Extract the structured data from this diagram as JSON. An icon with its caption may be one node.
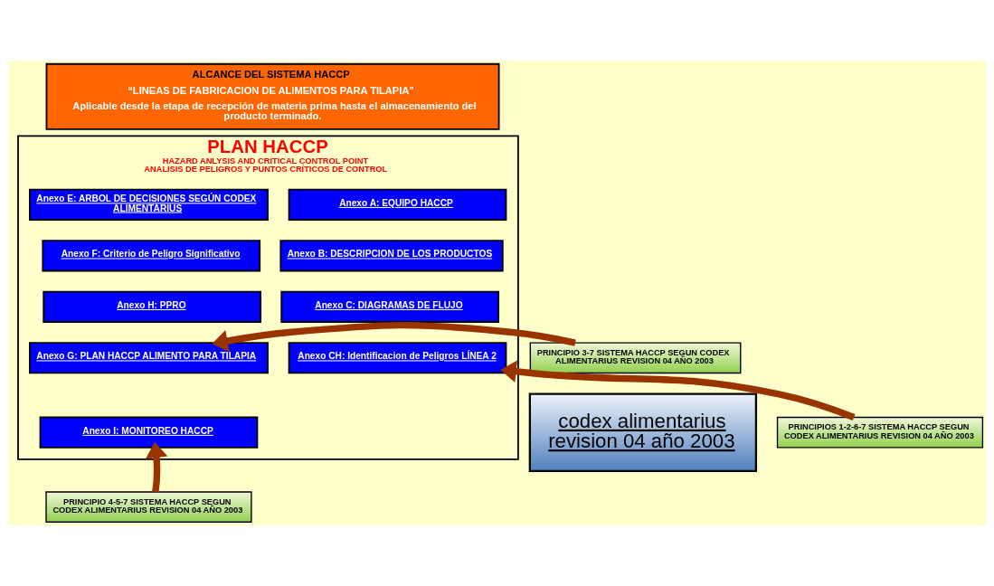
{
  "diagram": {
    "nodes": [
      {
        "text": [
          "ALCANCE DEL SISTEMA HACCP",
          "“LINEAS DE FABRICACION DE ALIMENTOS PARA TILAPIA”",
          "Aplicable desde la etapa de recepción de materia prima hasta el almacenamiento del producto terminado."
        ]
      },
      {
        "text": [
          "PLAN HACCP",
          "HAZARD ANLYSIS AND CRITICAL CONTROL POINT",
          "ANALISIS DE PELIGROS Y PUNTOS CRÍTICOS DE CONTROL"
        ]
      },
      {
        "text": [
          "Anexo A: EQUIPO HACCP"
        ],
        "in": 1
      },
      {
        "text": [
          "Anexo E: ARBOL DE DECISIONES SEGÚN CODEX ALIMENTARIUS"
        ],
        "in": 1
      },
      {
        "text": [
          "Anexo B: DESCRIPCION DE LOS PRODUCTOS"
        ],
        "in": 1
      },
      {
        "text": [
          "Anexo F: Criterio de Peligro Significativo"
        ],
        "in": 1
      },
      {
        "text": [
          "Anexo C: DIAGRAMAS DE FLUJO"
        ],
        "in": 1
      },
      {
        "text": [
          "Anexo H: PPRO"
        ],
        "in": 1
      },
      {
        "text": [
          "Anexo CH: Identificacion de Peligros LÍNEA 2"
        ],
        "in": 1
      },
      {
        "text": [
          "Anexo G: PLAN HACCP ALIMENTO PARA TILAPIA"
        ],
        "in": 1
      },
      {
        "text": [
          "Anexo I: MONITOREO HACCP"
        ],
        "in": 1
      },
      {
        "text": [
          "PRINCIPIO 3-7 SISTEMA HACCP SEGUN CODEX ALIMENTARIUS REVISION 04 AÑO 2003"
        ]
      },
      {
        "text": [
          "PRINCIPIOS 1-2-6-7 SISTEMA HACCP SEGUN CODEX ALIMENTARIUS REVISION 04 AÑO 2003"
        ]
      },
      {
        "text": [
          "PRINCIPIO 4-5-7 SISTEMA HACCP SEGUN CODEX ALIMENTARIUS REVISION 04 AÑO 2003"
        ]
      },
      {
        "text": [
          "codex alimentarius revision 04 año 2003"
        ]
      }
    ],
    "edges": [
      {
        "from": 11,
        "to": 9,
        "arrow": "to"
      },
      {
        "from": 12,
        "to": 8,
        "arrow": "to"
      },
      {
        "from": 13,
        "to": 10,
        "arrow": "to"
      }
    ]
  }
}
